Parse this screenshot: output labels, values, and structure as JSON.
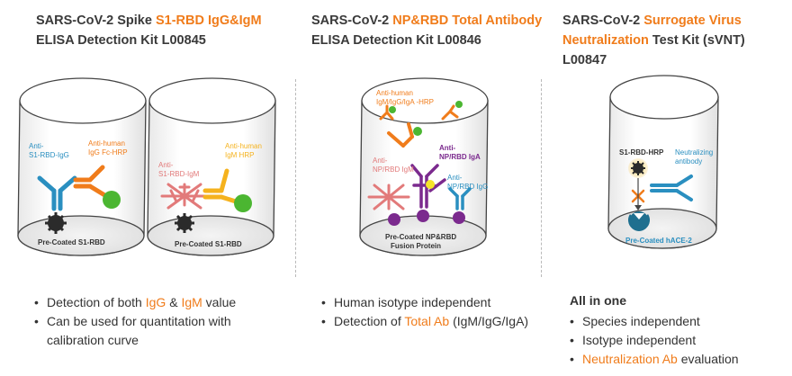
{
  "col1": {
    "title_l1_prefix": "SARS-CoV-2 Spike ",
    "title_l1_highlight": "S1-RBD IgG&IgM",
    "title_l2": "ELISA Detection Kit L00845",
    "label_anti_s1_a": "Anti-",
    "label_anti_s1_b": "S1-RBD-IgG",
    "label_anti_human_a": "Anti-human",
    "label_anti_human_b": "IgG Fc-HRP",
    "label_precoated": "Pre-Coated S1-RBD",
    "label2_anti_human_a": "Anti-human",
    "label2_anti_human_b": "IgM HRP",
    "label2_anti_s1_a": "Anti-",
    "label2_anti_s1_b": "S1-RBD-IgM",
    "label2_precoated": "Pre-Coated S1-RBD",
    "bullets": {
      "b1_pre": "Detection of both ",
      "b1_h1": "IgG",
      "b1_mid": " & ",
      "b1_h2": "IgM",
      "b1_post": " value",
      "b2": "Can be used for quantitation with",
      "b2b": "calibration curve"
    }
  },
  "col2": {
    "title_l1_prefix": "SARS-CoV-2 ",
    "title_l1_highlight": "NP&RBD Total Antibody",
    "title_l2": "ELISA Detection Kit L00846",
    "label_anti_human_a": "Anti-human",
    "label_anti_human_b": "IgM/IgG/IgA -HRP",
    "label_np_iga_a": "Anti-",
    "label_np_iga_b": "NP/RBD IgA",
    "label_np_igm_a": "Anti-",
    "label_np_igm_b": "NP/RBD IgM",
    "label_np_igg_a": "Anti-",
    "label_np_igg_b": "NP/RBD IgG",
    "label_precoated_a": "Pre-Coated NP&RBD",
    "label_precoated_b": "Fusion Protein",
    "bullets": {
      "b1": "Human isotype independent",
      "b2_pre": "Detection of ",
      "b2_h": "Total Ab",
      "b2_post": " (IgM/IgG/IgA)"
    }
  },
  "col3": {
    "title_l1_prefix": "SARS-CoV-2 ",
    "title_l1_highlight": "Surrogate Virus",
    "title_l2_highlight": "Neutralization",
    "title_l2_post": " Test Kit (sVNT) L00847",
    "label_s1_hrp": "S1-RBD-HRP",
    "label_neut_a": "Neutralizing",
    "label_neut_b": "antibody",
    "label_precoated": "Pre-Coated hACE-2",
    "bullets": {
      "heading": "All in one",
      "b1": "Species independent",
      "b2": "Isotype independent",
      "b3_h": "Neutralization Ab",
      "b3_post": " evaluation"
    }
  },
  "colors": {
    "orange": "#f07c1b",
    "blue": "#2a8fc0",
    "yellow": "#f5b21d",
    "pink": "#e27a7a",
    "purple": "#7b2a8e",
    "green": "#4bb631",
    "dark": "#3a3a3a"
  }
}
